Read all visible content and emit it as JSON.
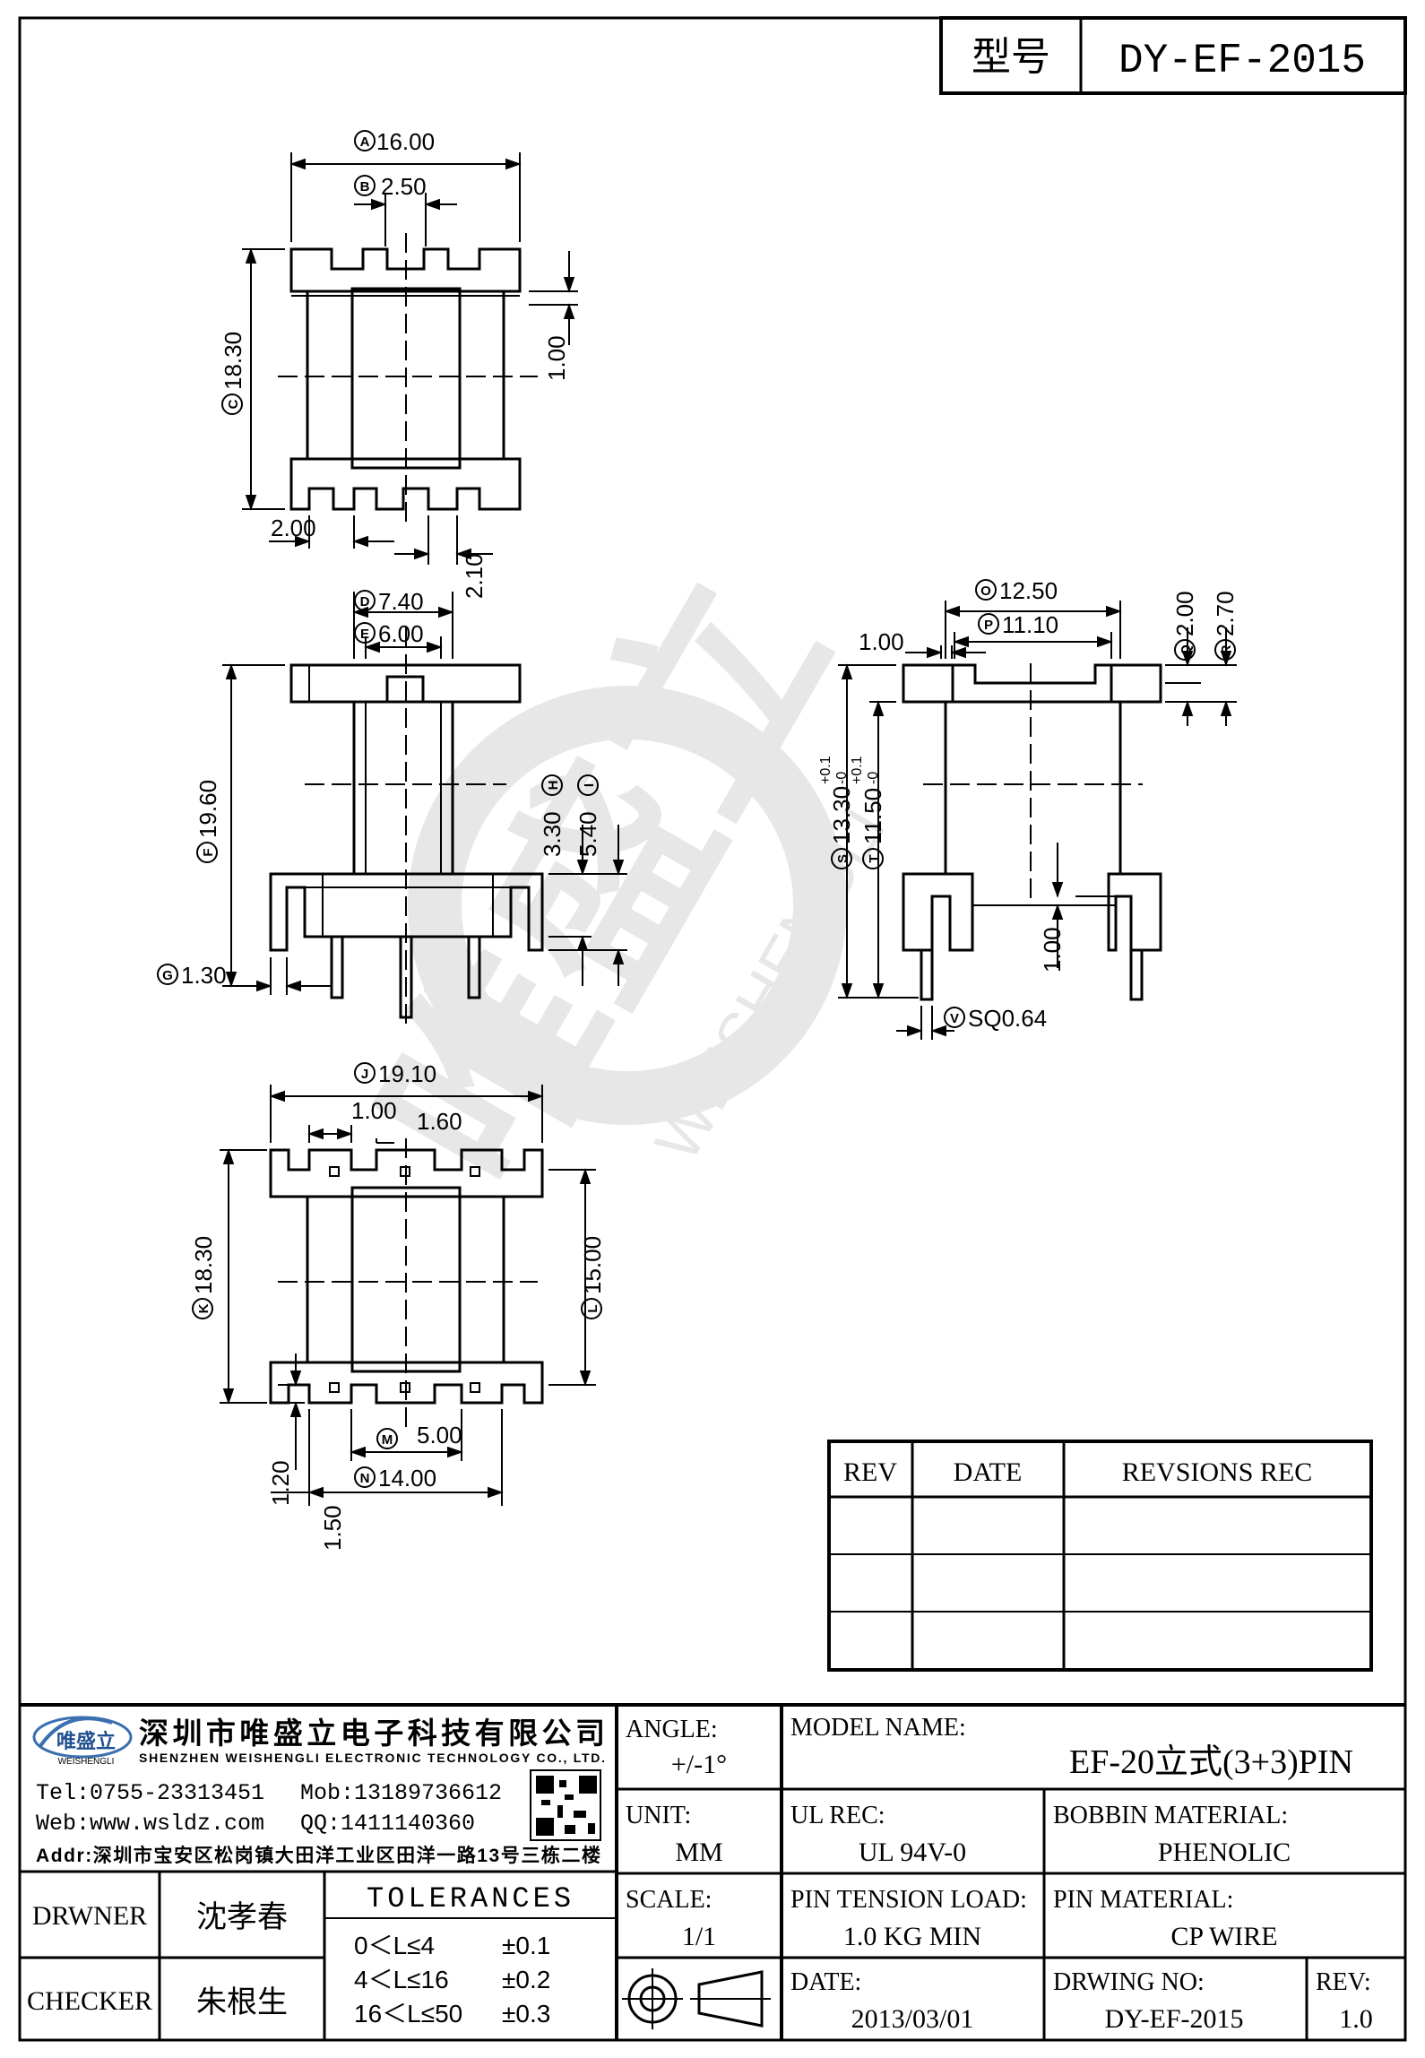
{
  "header": {
    "model_label": "型号",
    "model_value": "DY-EF-2015"
  },
  "watermark": {
    "brand_cn": "唯盛立",
    "brand_en": "WEISHENGLI"
  },
  "views": {
    "top": {
      "A": "16.00",
      "B": "2.50",
      "C": "18.30",
      "dim_1_00": "1.00",
      "dim_2_00": "2.00",
      "dim_2_10": "2.10"
    },
    "front": {
      "D": "7.40",
      "E": "6.00",
      "F": "19.60",
      "G": "1.30",
      "H": "3.30",
      "I": "5.40"
    },
    "side": {
      "O": "12.50",
      "P": "11.10",
      "Q": "2.00",
      "R": "2.70",
      "S": "13.30",
      "S_tol_plus": "+0.1",
      "S_tol_minus": "-0",
      "T": "11.50",
      "T_tol_plus": "+0.1",
      "T_tol_minus": "-0",
      "V": "SQ0.64",
      "dim_1_00_top": "1.00",
      "dim_1_00_bottom": "1.00"
    },
    "bottom": {
      "J": "19.10",
      "dim_1_00": "1.00",
      "dim_1_60": "1.60",
      "K": "18.30",
      "L": "15.00",
      "M": "5.00",
      "N": "14.00",
      "dim_1_20": "1.20",
      "dim_1_50": "1.50"
    },
    "markers": [
      "A",
      "B",
      "C",
      "D",
      "E",
      "F",
      "G",
      "H",
      "I",
      "J",
      "K",
      "L",
      "M",
      "N",
      "O",
      "P",
      "Q",
      "R",
      "S",
      "T",
      "V"
    ]
  },
  "revision_table": {
    "headers": [
      "REV",
      "DATE",
      "REVSIONS REC"
    ],
    "rows": [
      [
        "",
        "",
        ""
      ],
      [
        "",
        "",
        ""
      ],
      [
        "",
        "",
        ""
      ]
    ]
  },
  "title_block": {
    "company_cn": "深圳市唯盛立电子科技有限公司",
    "company_en": "SHENZHEN WEISHENGLI ELECTRONIC TECHNOLOGY CO., LTD.",
    "logo_text": "唯盛立",
    "logo_sub": "WEISHENGLI",
    "tel": "Tel:0755-23313451",
    "mob": "Mob:13189736612",
    "web": "Web:www.wsldz.com",
    "qq": "QQ:1411140360",
    "addr": "Addr:深圳市宝安区松岗镇大田洋工业区田洋一路13号三栋二楼",
    "drawer_label": "DRWNER",
    "drawer_name": "沈孝春",
    "checker_label": "CHECKER",
    "checker_name": "朱根生",
    "tolerances_title": "TOLERANCES",
    "tolerances": [
      {
        "range": "0＜L≤4",
        "tol": "±0.1"
      },
      {
        "range": "4＜L≤16",
        "tol": "±0.2"
      },
      {
        "range": "16＜L≤50",
        "tol": "±0.3"
      }
    ],
    "angle_label": "ANGLE:",
    "angle_value": "+/-1°",
    "unit_label": "UNIT:",
    "unit_value": "MM",
    "scale_label": "SCALE:",
    "scale_value": "1/1",
    "model_name_label": "MODEL NAME:",
    "model_name_value": "EF-20立式(3+3)PIN",
    "ul_label": "UL REC:",
    "ul_value": "UL 94V-0",
    "bobbin_label": "BOBBIN MATERIAL:",
    "bobbin_value": "PHENOLIC",
    "pin_tension_label": "PIN TENSION LOAD:",
    "pin_tension_value": "1.0 KG MIN",
    "pin_material_label": "PIN MATERIAL:",
    "pin_material_value": "CP WIRE",
    "date_label": "DATE:",
    "date_value": "2013/03/01",
    "drawing_no_label": "DRWING NO:",
    "drawing_no_value": "DY-EF-2015",
    "rev_label": "REV:",
    "rev_value": "1.0"
  }
}
